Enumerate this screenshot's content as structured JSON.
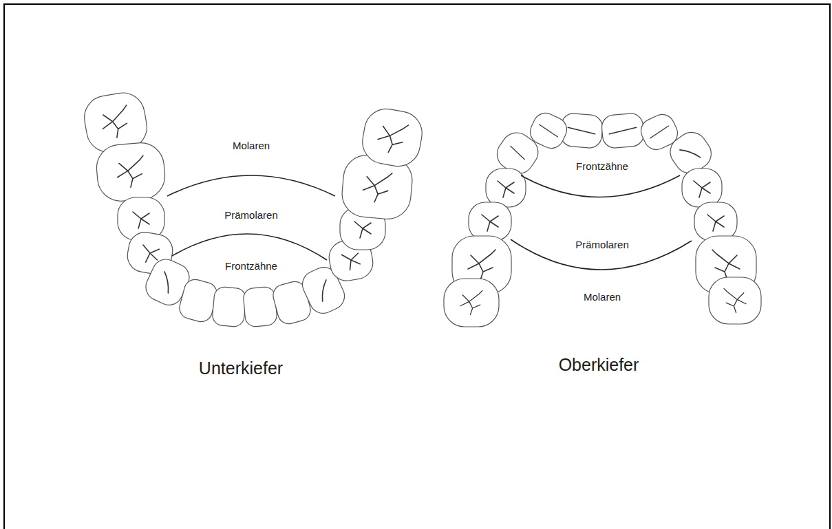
{
  "diagram": {
    "labels": [
      "Molaren",
      "Prämolaren",
      "Frontzähne",
      "Unterkiefer",
      "Frontzähne",
      "Prämolaren",
      "Molaren",
      "Oberkiefer"
    ]
  }
}
